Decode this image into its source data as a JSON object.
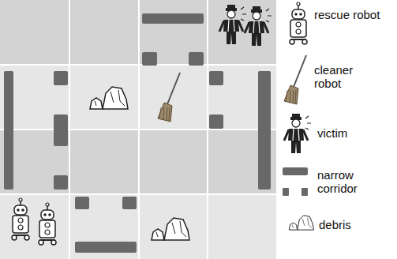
{
  "diagram": {
    "legend": [
      {
        "text": "rescue robot"
      },
      {
        "text": "cleaner robot"
      },
      {
        "text": "victim"
      },
      {
        "text": "narrow corridor"
      },
      {
        "text": "debris"
      }
    ]
  }
}
